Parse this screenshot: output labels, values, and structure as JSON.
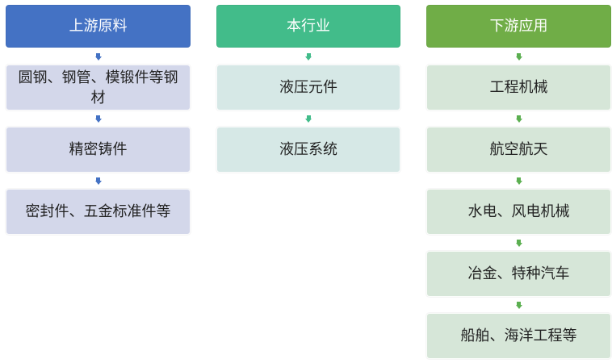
{
  "columns": [
    {
      "header": "上游原料",
      "header_color": "#4472C4",
      "arrow_color": "#4472C4",
      "item_color": "#D3D7EA",
      "items": [
        "圆钢、钢管、模锻件等钢材",
        "精密铸件",
        "密封件、五金标准件等"
      ]
    },
    {
      "header": "本行业",
      "header_color": "#42BC8A",
      "arrow_color": "#42BC8A",
      "item_color": "#D6E8E6",
      "items": [
        "液压元件",
        "液压系统"
      ]
    },
    {
      "header": "下游应用",
      "header_color": "#70AD47",
      "arrow_color": "#5BAF50",
      "item_color": "#D6E6D8",
      "items": [
        "工程机械",
        "航空航天",
        "水电、风电机械",
        "冶金、特种汽车",
        "船舶、海洋工程等"
      ]
    }
  ]
}
